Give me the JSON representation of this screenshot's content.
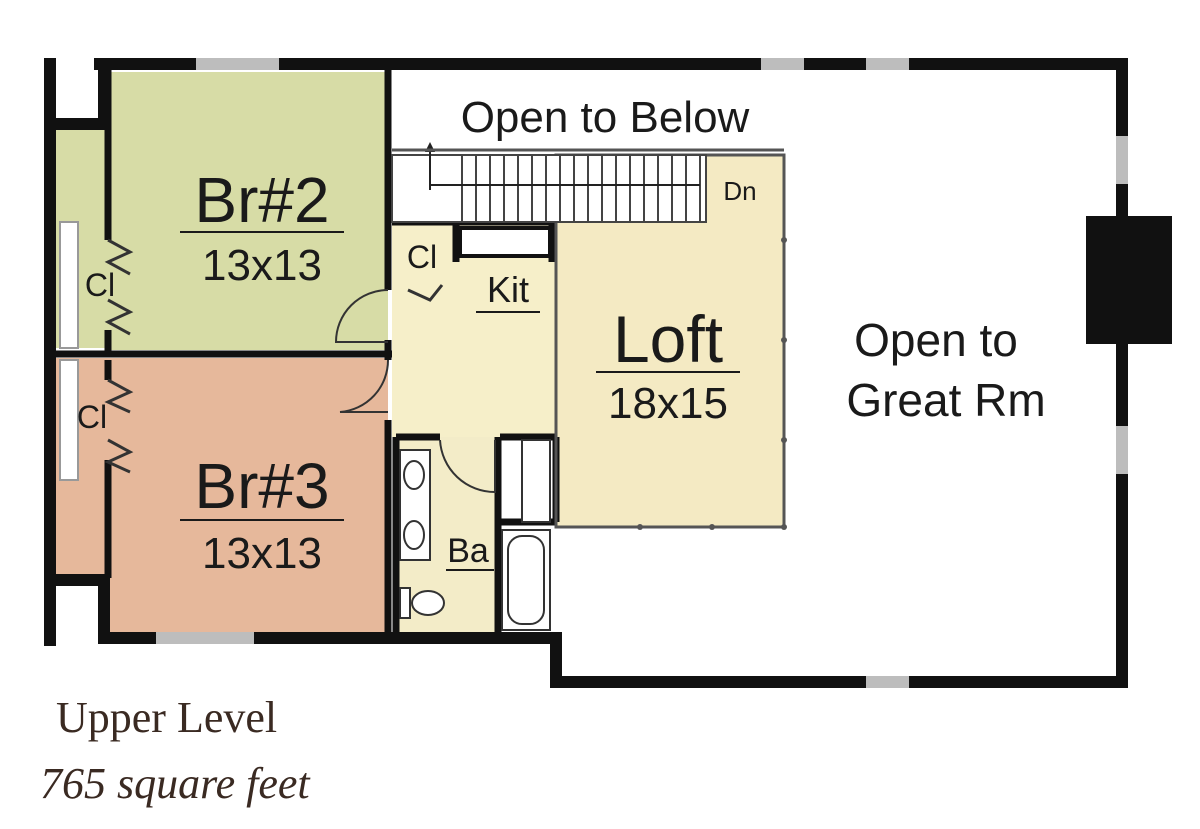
{
  "colors": {
    "wall": "#111111",
    "bedroom2": "#d7dca6",
    "bedroom3": "#e6b89b",
    "loft": "#f4eac3",
    "kitchen_hall": "#f6efc9",
    "bath": "#f3ecc8",
    "open": "#ffffff",
    "fireplace": "#111111",
    "window": "#bdbdbd",
    "caption": "#3a2a22"
  },
  "rooms": {
    "br2": {
      "name": "Br#2",
      "size": "13x13"
    },
    "br3": {
      "name": "Br#3",
      "size": "13x13"
    },
    "loft": {
      "name": "Loft",
      "size": "18x15"
    },
    "kit": {
      "name": "Kit"
    },
    "ba": {
      "name": "Ba"
    },
    "closet": "Cl",
    "down": "Dn"
  },
  "open_below": "Open to Below",
  "open_great_line1": "Open to",
  "open_great_line2": "Great Rm",
  "caption": {
    "title": "Upper Level",
    "area": "765 square feet"
  }
}
